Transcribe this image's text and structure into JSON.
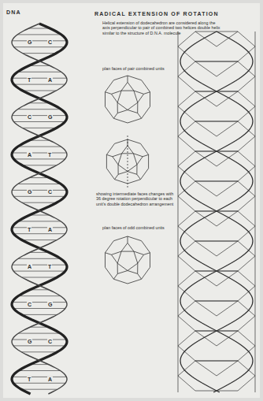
{
  "diagram": {
    "title": "RADICAL EXTENSION OF ROTATION",
    "labels": [
      "DNA",
      "Helical extension of dodecahedron are considered along the axis perpendicular to pair of combined two helices double helix similar to the structure of D.N.A. molecule",
      "plan faces of pair combined units",
      "showing intermediate faces changes with 36 degree rotation perpendicular to each unit's double dodecahedron arrangement",
      "plan faces of odd combined units",
      "G",
      "C",
      "T",
      "A",
      "C",
      "G",
      "A",
      "T",
      "G",
      "C",
      "T",
      "A",
      "A",
      "T",
      "C",
      "G",
      "G",
      "C",
      "T",
      "A"
    ]
  }
}
